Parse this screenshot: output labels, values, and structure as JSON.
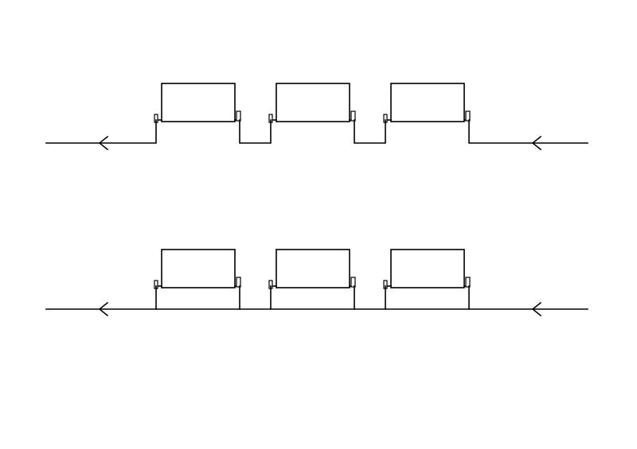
{
  "diagram": {
    "type": "heating-radiator-piping",
    "line_color": "#000000",
    "background": "#ffffff",
    "systems": [
      {
        "name": "series-connection",
        "flow_direction": "right-to-left",
        "radiator_count": 3,
        "connection": "series"
      },
      {
        "name": "parallel-connection",
        "flow_direction": "right-to-left",
        "radiator_count": 3,
        "connection": "parallel"
      }
    ]
  }
}
